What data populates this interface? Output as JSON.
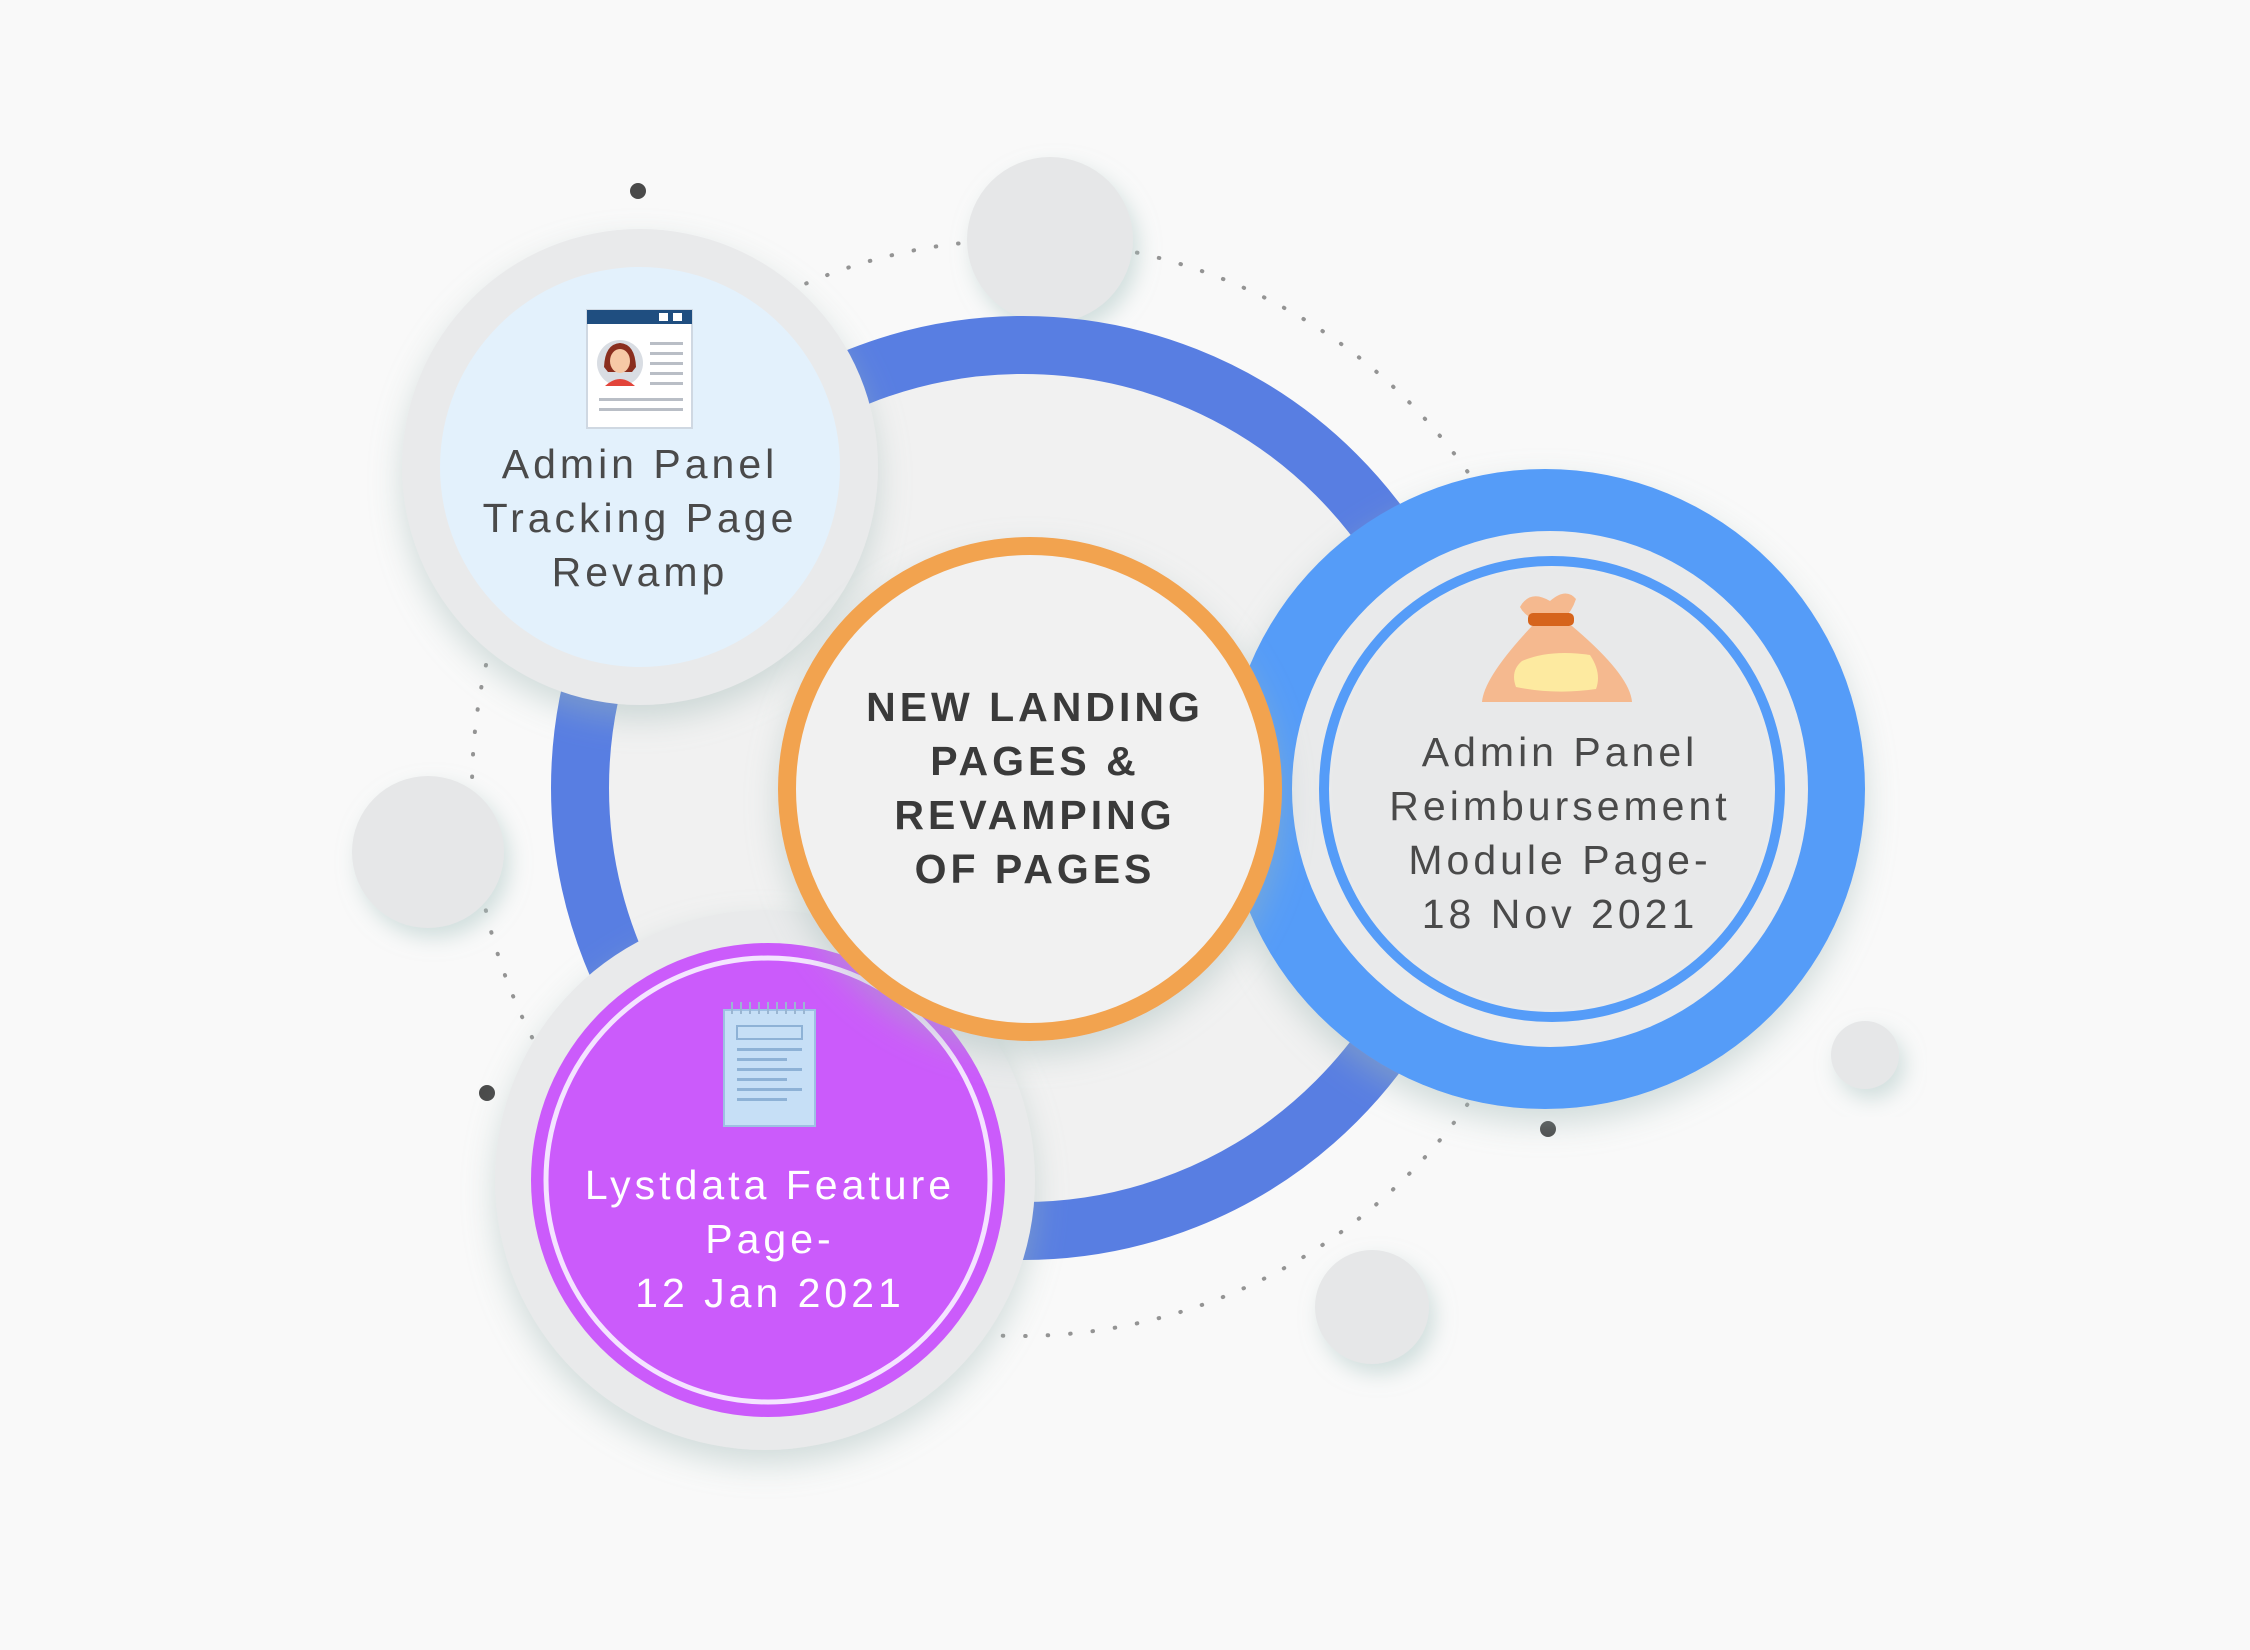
{
  "center": {
    "title": "NEW LANDING\nPAGES &\nREVAMPING\nOF PAGES"
  },
  "nodes": {
    "tracking": {
      "label": "Admin Panel\nTracking Page\nRevamp",
      "icon": "profile-card-icon",
      "fill": "#e3f1fc"
    },
    "reimbursement": {
      "label": "Admin Panel\nReimbursement\nModule Page-\n18 Nov 2021",
      "icon": "money-bag-icon",
      "fill": "#e8e9ea",
      "accent": "#559cf8"
    },
    "lystdata": {
      "label": "Lystdata Feature\nPage-\n12 Jan 2021",
      "icon": "notepad-icon",
      "fill": "#cb5bfb"
    }
  },
  "colors": {
    "ring": "#587ee2",
    "center_ring": "#f2a350",
    "background": "#f9f9f9"
  }
}
